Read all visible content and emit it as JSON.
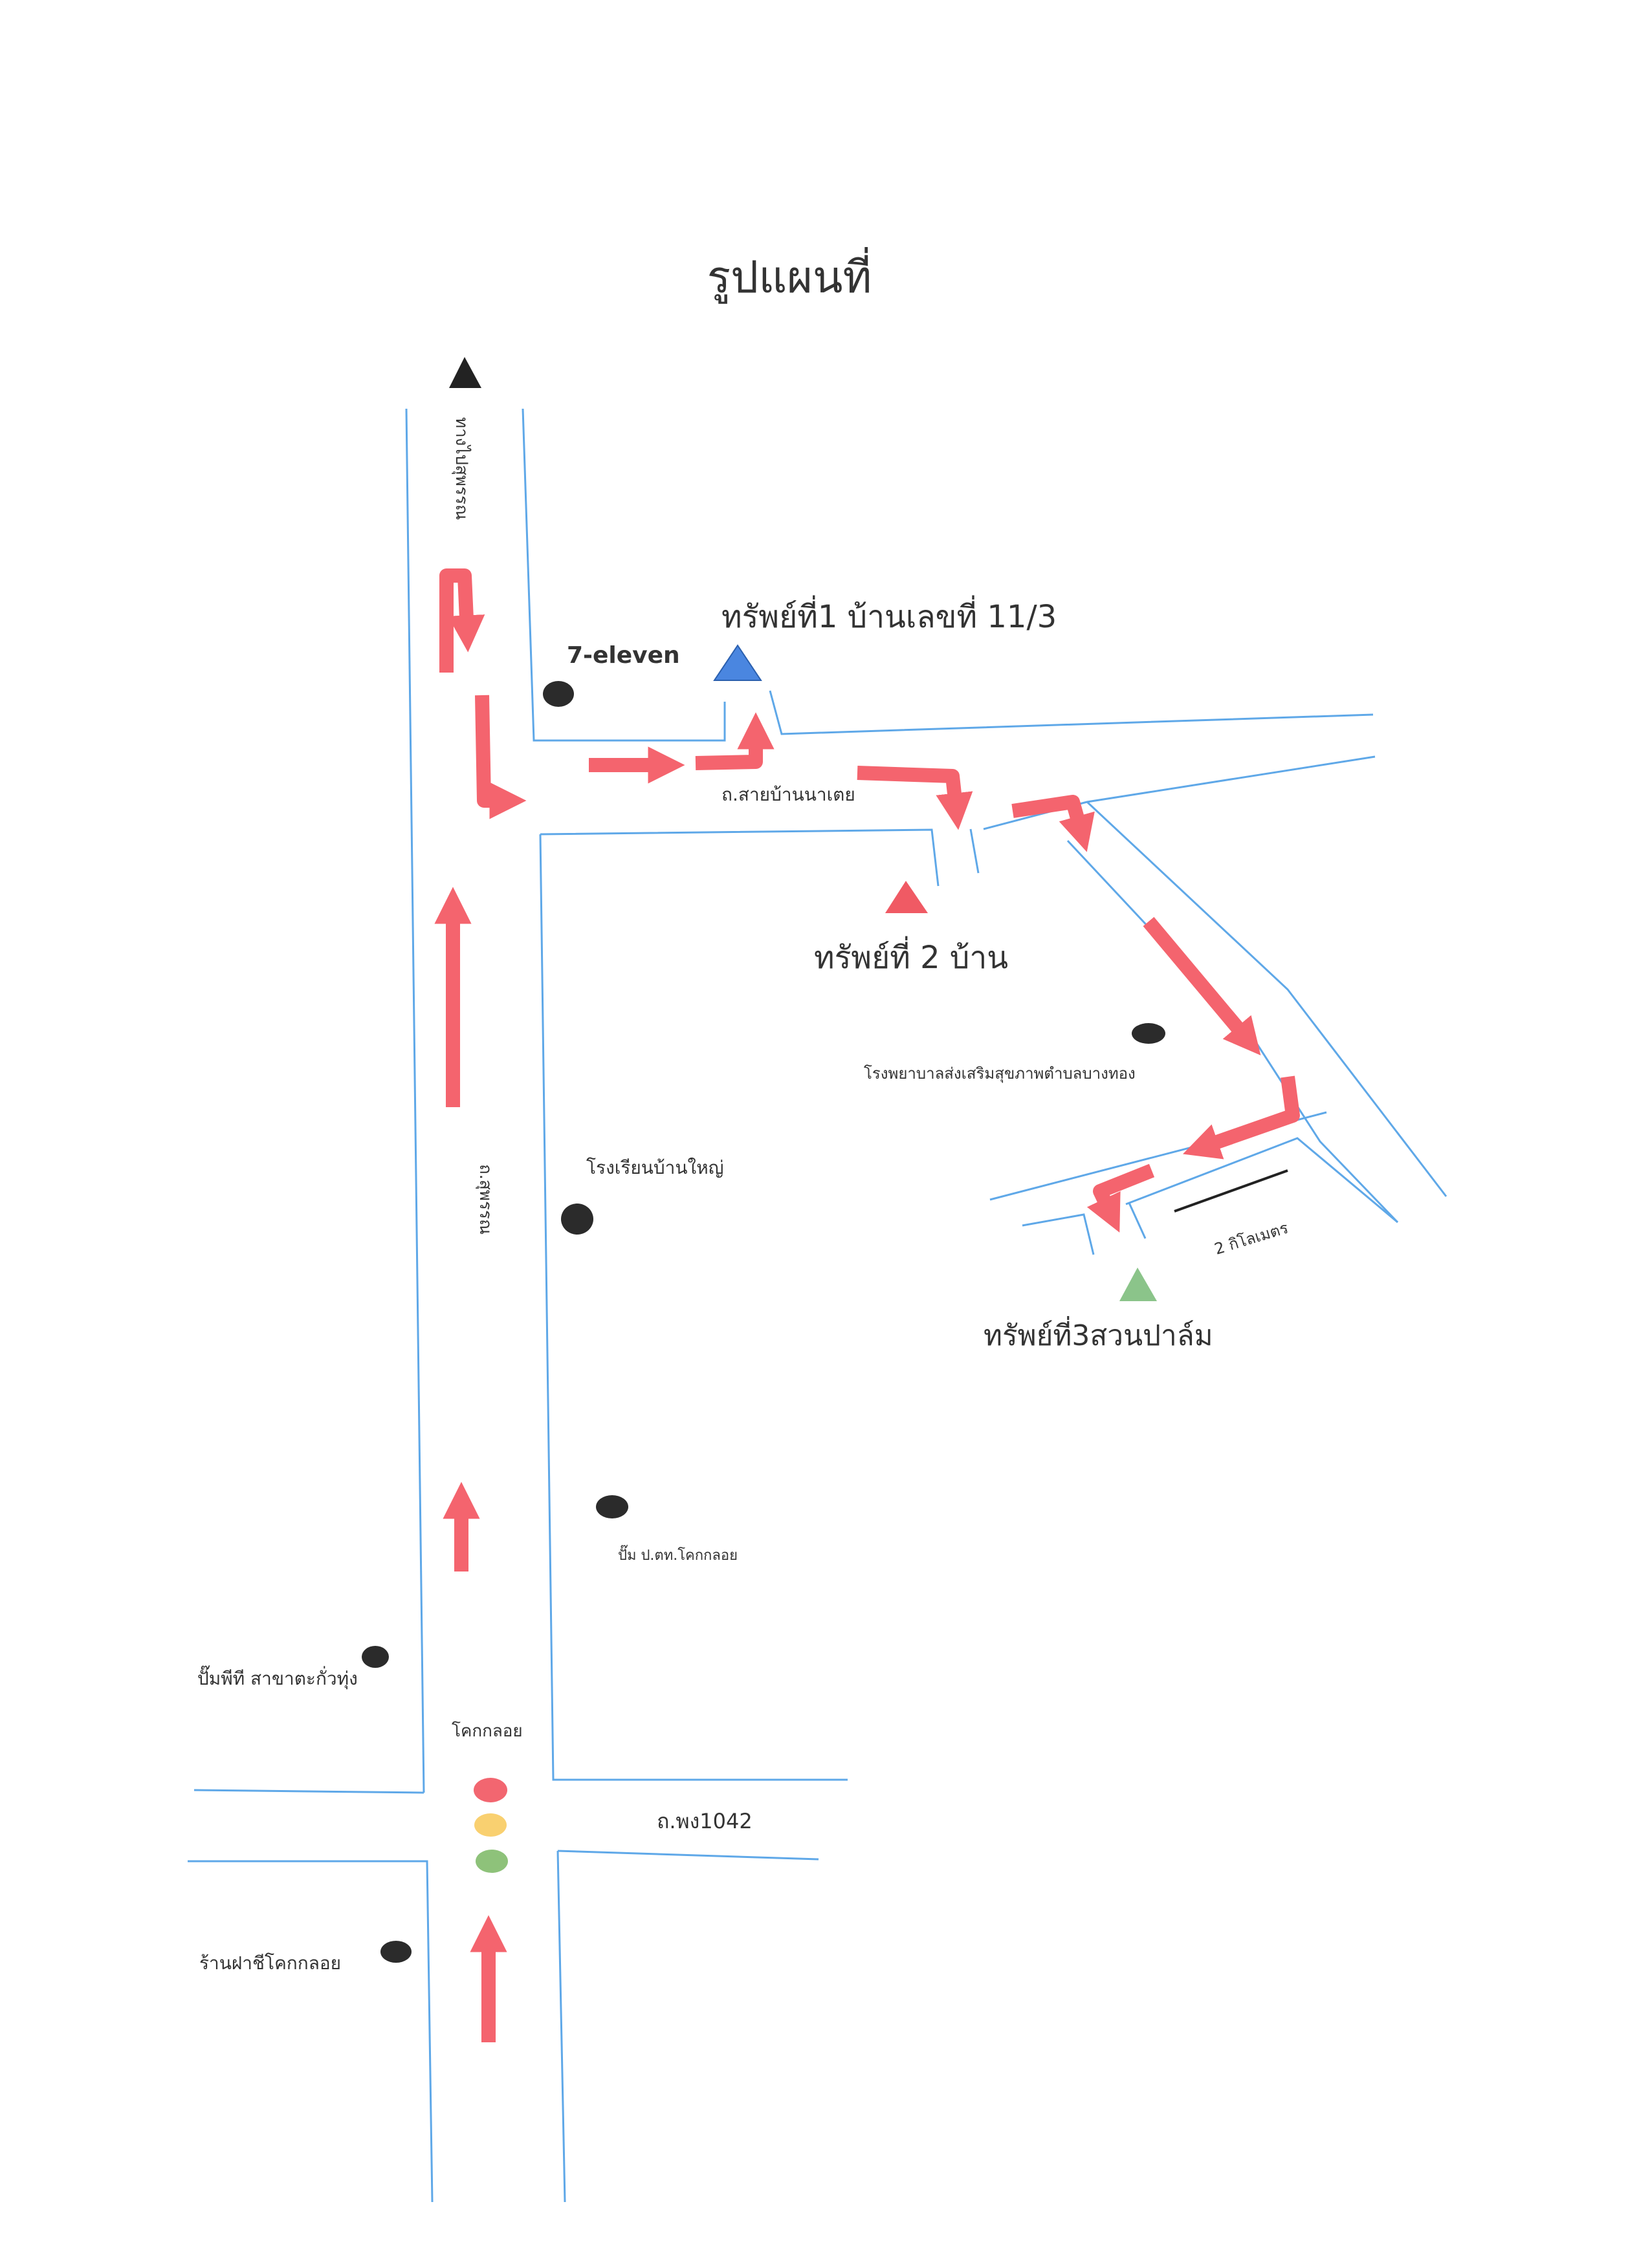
{
  "title": "รูปแผนที่",
  "properties": {
    "p1": "ทรัพย์ที่1 บ้านเลขที่ 11/3",
    "p2": "ทรัพย์ที่ 2 บ้าน",
    "p3": "ทรัพย์ที่3สวนปาล์ม"
  },
  "roads": {
    "upper_vertical": "ทางไปสุพรรณ",
    "main_vertical": "ถ.สุพรรณ",
    "sai_ban_na_toei": "ถ.สายบ้านนาเตย",
    "cross_road": "ถ.พง1042"
  },
  "landmarks": {
    "seven_eleven": "7-eleven",
    "hospital": "โรงพยาบาลส่งเสริมสุขภาพตำบลบางทอง",
    "school": "โรงเรียนบ้านใหญ่",
    "gas_pump_ptt": "ปั๊ม ป.ตท.โคกกลอย",
    "gas_pump_pt": "ปั๊มพีที  สาขาตะกั่วทุ่ง",
    "khok_kloi": "โคกกลอย",
    "pharmacy": "ร้านฝาชีโคกกลอย"
  },
  "distance": "2 กิโลเมตร",
  "colors": {
    "road": "#5fa8e8",
    "arrow": "#f4646e",
    "marker": "#2b2b2b",
    "p1": "#4a86e0",
    "p2": "#f05a64",
    "p3": "#8bc48a",
    "north": "#222222",
    "light_red": "#f26670",
    "light_yellow": "#f9d070",
    "light_green": "#8ec27a"
  }
}
